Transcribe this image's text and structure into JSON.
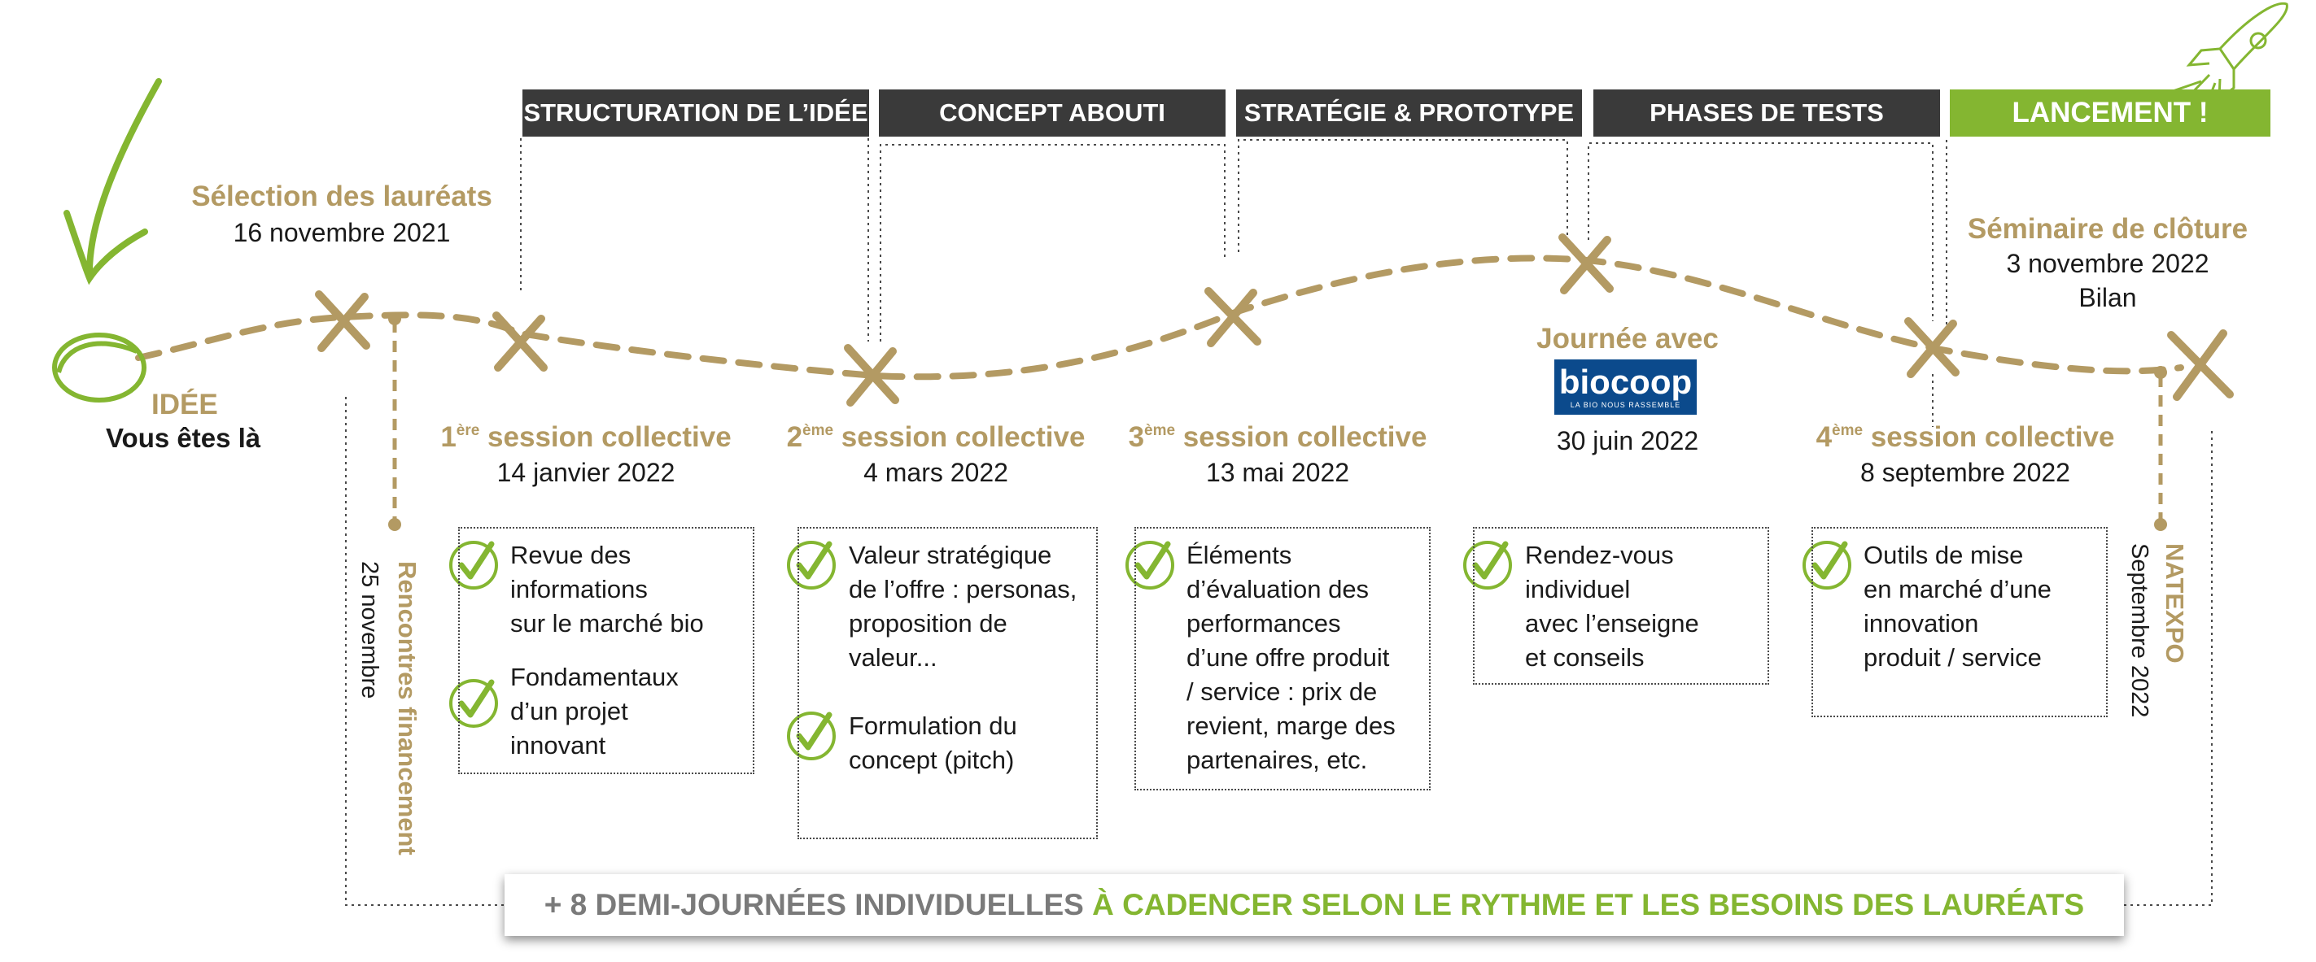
{
  "phases": {
    "p1": "STRUCTURATION DE L’IDÉE",
    "p2": "CONCEPT ABOUTI",
    "p3": "STRATÉGIE & PROTOTYPE",
    "p4": "PHASES DE TESTS",
    "p5": "LANCEMENT !"
  },
  "start": {
    "title": "IDÉE",
    "subtitle": "Vous êtes là"
  },
  "selection": {
    "title": "Sélection des lauréats",
    "date": "16 novembre 2021"
  },
  "rencontres": {
    "title": "Rencontres financement",
    "date": "25 novembre"
  },
  "s1": {
    "num": "1",
    "sup": "ère",
    "title": " session collective",
    "date": "14 janvier 2022",
    "items": [
      "Revue des\ninformations\nsur le marché bio",
      "Fondamentaux\nd’un projet\ninnovant"
    ]
  },
  "s2": {
    "num": "2",
    "sup": "ème",
    "title": " session collective",
    "date": "4 mars 2022",
    "items": [
      "Valeur stratégique\nde l’offre : personas,\nproposition de\nvaleur...",
      "Formulation du\nconcept (pitch)"
    ]
  },
  "s3": {
    "num": "3",
    "sup": "ème",
    "title": " session collective",
    "date": "13 mai 2022",
    "items": [
      "Éléments\nd’évaluation des\nperformances\nd’une offre produit\n/ service : prix de\nrevient, marge des\npartenaires, etc."
    ]
  },
  "journee": {
    "title": "Journée avec",
    "logo_word": "biocoop",
    "logo_tagline": "LA BIO NOUS RASSEMBLE",
    "date": "30 juin 2022",
    "items": [
      "Rendez-vous\nindividuel\navec l’enseigne\net conseils"
    ]
  },
  "s4": {
    "num": "4",
    "sup": "ème",
    "title": " session collective",
    "date": "8 septembre 2022",
    "items": [
      "Outils de mise\nen marché d’une\ninnovation\nproduit / service"
    ]
  },
  "seminaire": {
    "title": "Séminaire de clôture",
    "date": "3 novembre 2022",
    "note": "Bilan"
  },
  "natexpo": {
    "title": "NATEXPO",
    "date": "Septembre 2022"
  },
  "banner": {
    "part1": "+ 8 DEMI-JOURNÉES INDIVIDUELLES",
    "part2": " À CADENCER SELON LE RYTHME ET LES BESOINS DES LAURÉATS"
  },
  "colors": {
    "gold": "#b39a63",
    "green": "#84b631",
    "dark": "#3a3a3a",
    "biocoop_blue": "#0b4a8c"
  }
}
